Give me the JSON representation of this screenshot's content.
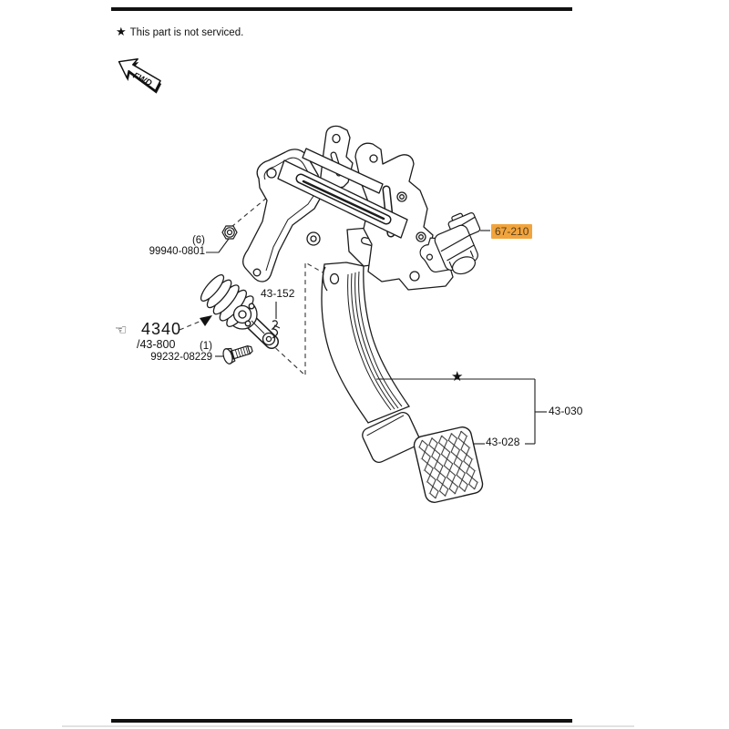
{
  "page": {
    "note": {
      "star": "★",
      "text": "This part is not serviced."
    },
    "fwd_label": "FWD"
  },
  "diagram": {
    "star_marker": "★",
    "highlight": {
      "bg": "#F2A43C",
      "text_color": "#58401C"
    },
    "line_color": "#1c1c1c"
  },
  "labels": {
    "nut_qty": "(6)",
    "nut_part": "99940-0801",
    "ref_group": "4340",
    "ref_sub": "/43-800",
    "clip_part": "43-152",
    "bolt_qty": "(1)",
    "bolt_part": "99232-08229",
    "switch_part": "67-210",
    "assembly_part": "43-030",
    "pad_part": "43-028",
    "hand_icon": "☜"
  }
}
